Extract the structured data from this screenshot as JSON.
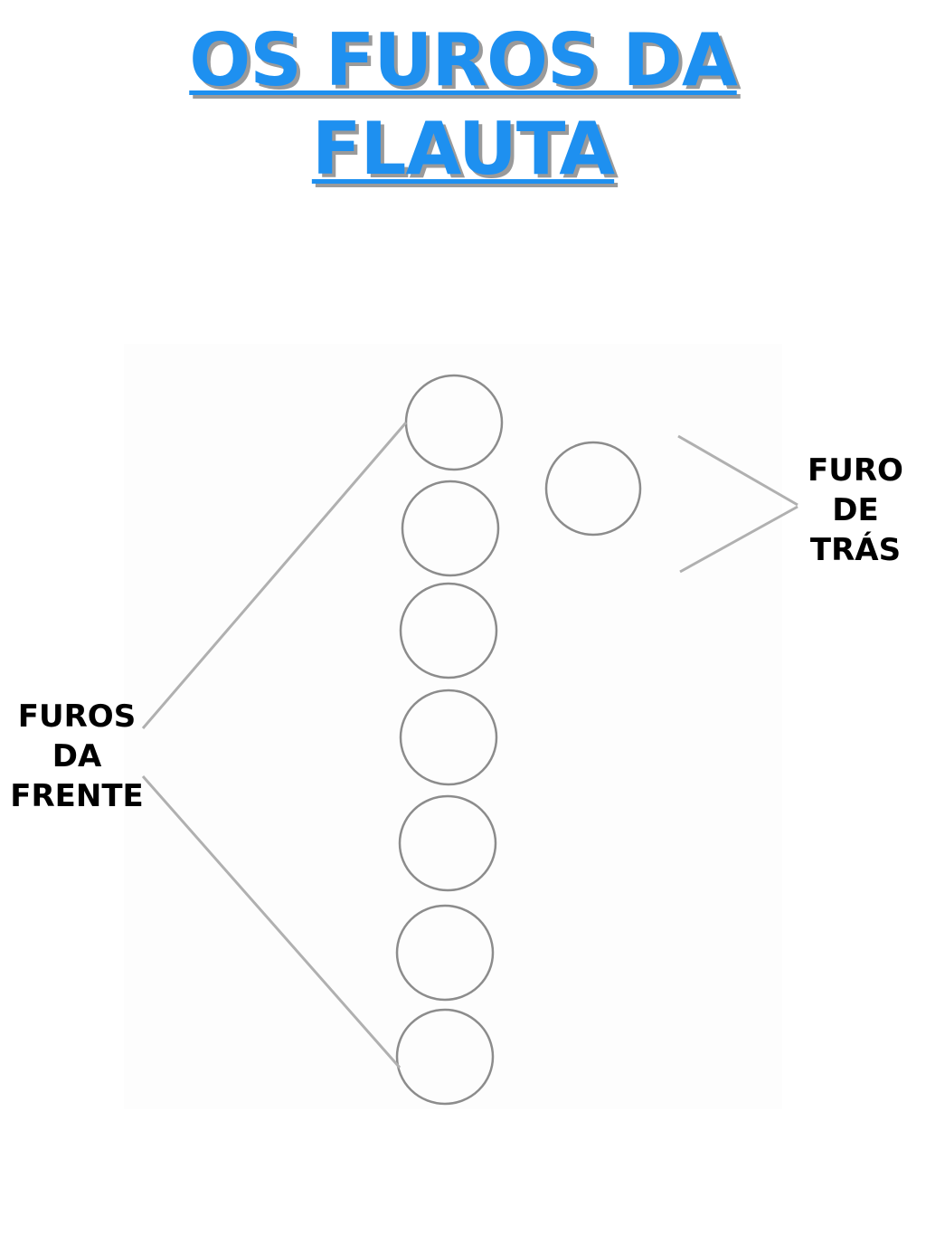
{
  "title": {
    "line1": "OS FUROS DA",
    "line2": "FLAUTA",
    "color": "#1e90f0"
  },
  "labels": {
    "front": [
      "FUROS",
      "DA",
      "FRENTE"
    ],
    "back": [
      "FURO",
      "DE",
      "TRÁS"
    ]
  }
}
